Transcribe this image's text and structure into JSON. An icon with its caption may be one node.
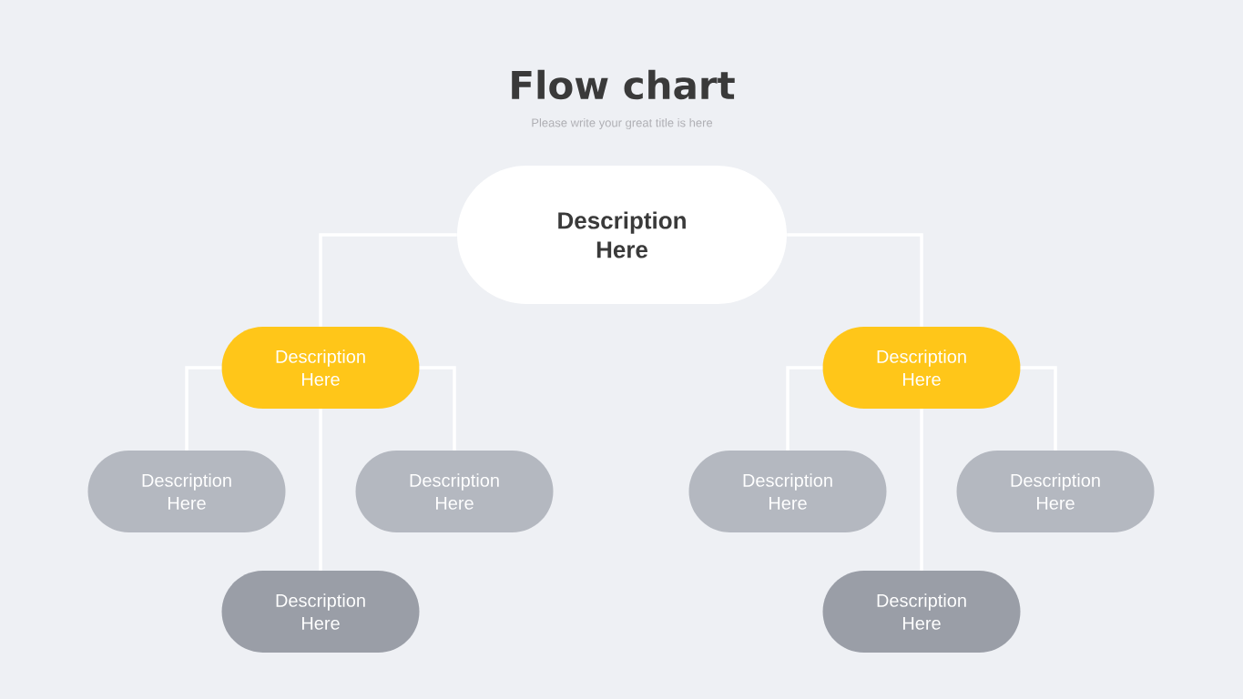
{
  "diagram": {
    "title": "Flow chart",
    "nodes": [
      {
        "text": [
          "Description Here"
        ]
      },
      {
        "text": [
          "Description Here"
        ]
      },
      {
        "text": [
          "Description Here"
        ]
      },
      {
        "text": [
          "Description Here"
        ]
      },
      {
        "text": [
          "Description Here"
        ]
      },
      {
        "text": [
          "Description Here"
        ]
      },
      {
        "text": [
          "Description Here"
        ]
      },
      {
        "text": [
          "Description Here"
        ]
      },
      {
        "text": [
          "Description Here"
        ]
      }
    ],
    "edges": [
      {
        "from": 0,
        "to": 1,
        "arrow": "none"
      },
      {
        "from": 0,
        "to": 5,
        "arrow": "none"
      },
      {
        "from": 1,
        "to": 2,
        "arrow": "none"
      },
      {
        "from": 1,
        "to": 3,
        "arrow": "none"
      },
      {
        "from": 1,
        "to": 4,
        "arrow": "none"
      },
      {
        "from": 5,
        "to": 6,
        "arrow": "none"
      },
      {
        "from": 5,
        "to": 7,
        "arrow": "none"
      },
      {
        "from": 5,
        "to": 8,
        "arrow": "none"
      }
    ],
    "labels": [
      "Please write your great title is here"
    ]
  }
}
